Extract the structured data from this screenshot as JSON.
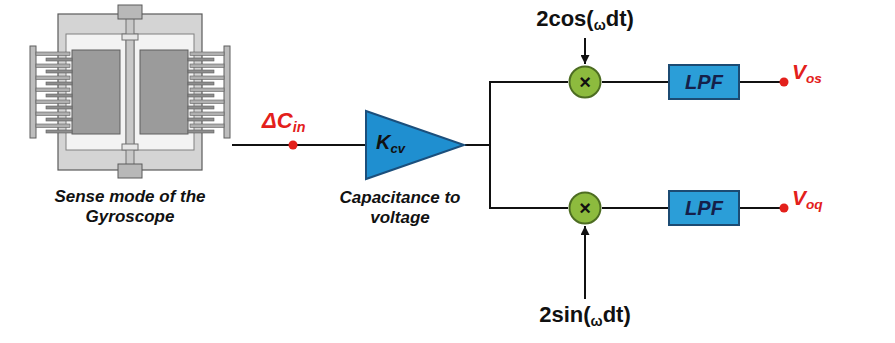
{
  "diagram": {
    "nodes": [
      {
        "text": [
          "Sense mode of the Gyroscope"
        ]
      },
      {
        "text": [
          "Kcv",
          "Capacitance to voltage"
        ]
      },
      {
        "text": [
          "×"
        ]
      },
      {
        "text": [
          "×"
        ]
      },
      {
        "text": [
          "LPF"
        ]
      },
      {
        "text": [
          "LPF"
        ]
      }
    ],
    "edges": [
      {
        "from": 0,
        "to": 1,
        "arrow": "none",
        "label": "ΔCin"
      },
      {
        "from": 1,
        "to": 2,
        "arrow": "none"
      },
      {
        "from": 1,
        "to": 3,
        "arrow": "none"
      },
      {
        "from": 2,
        "to": 4,
        "arrow": "none"
      },
      {
        "from": 3,
        "to": 5,
        "arrow": "none"
      }
    ],
    "labels": [
      "2cos(ωdt)",
      "2sin(ωdt)",
      "Vos",
      "Voq"
    ]
  }
}
